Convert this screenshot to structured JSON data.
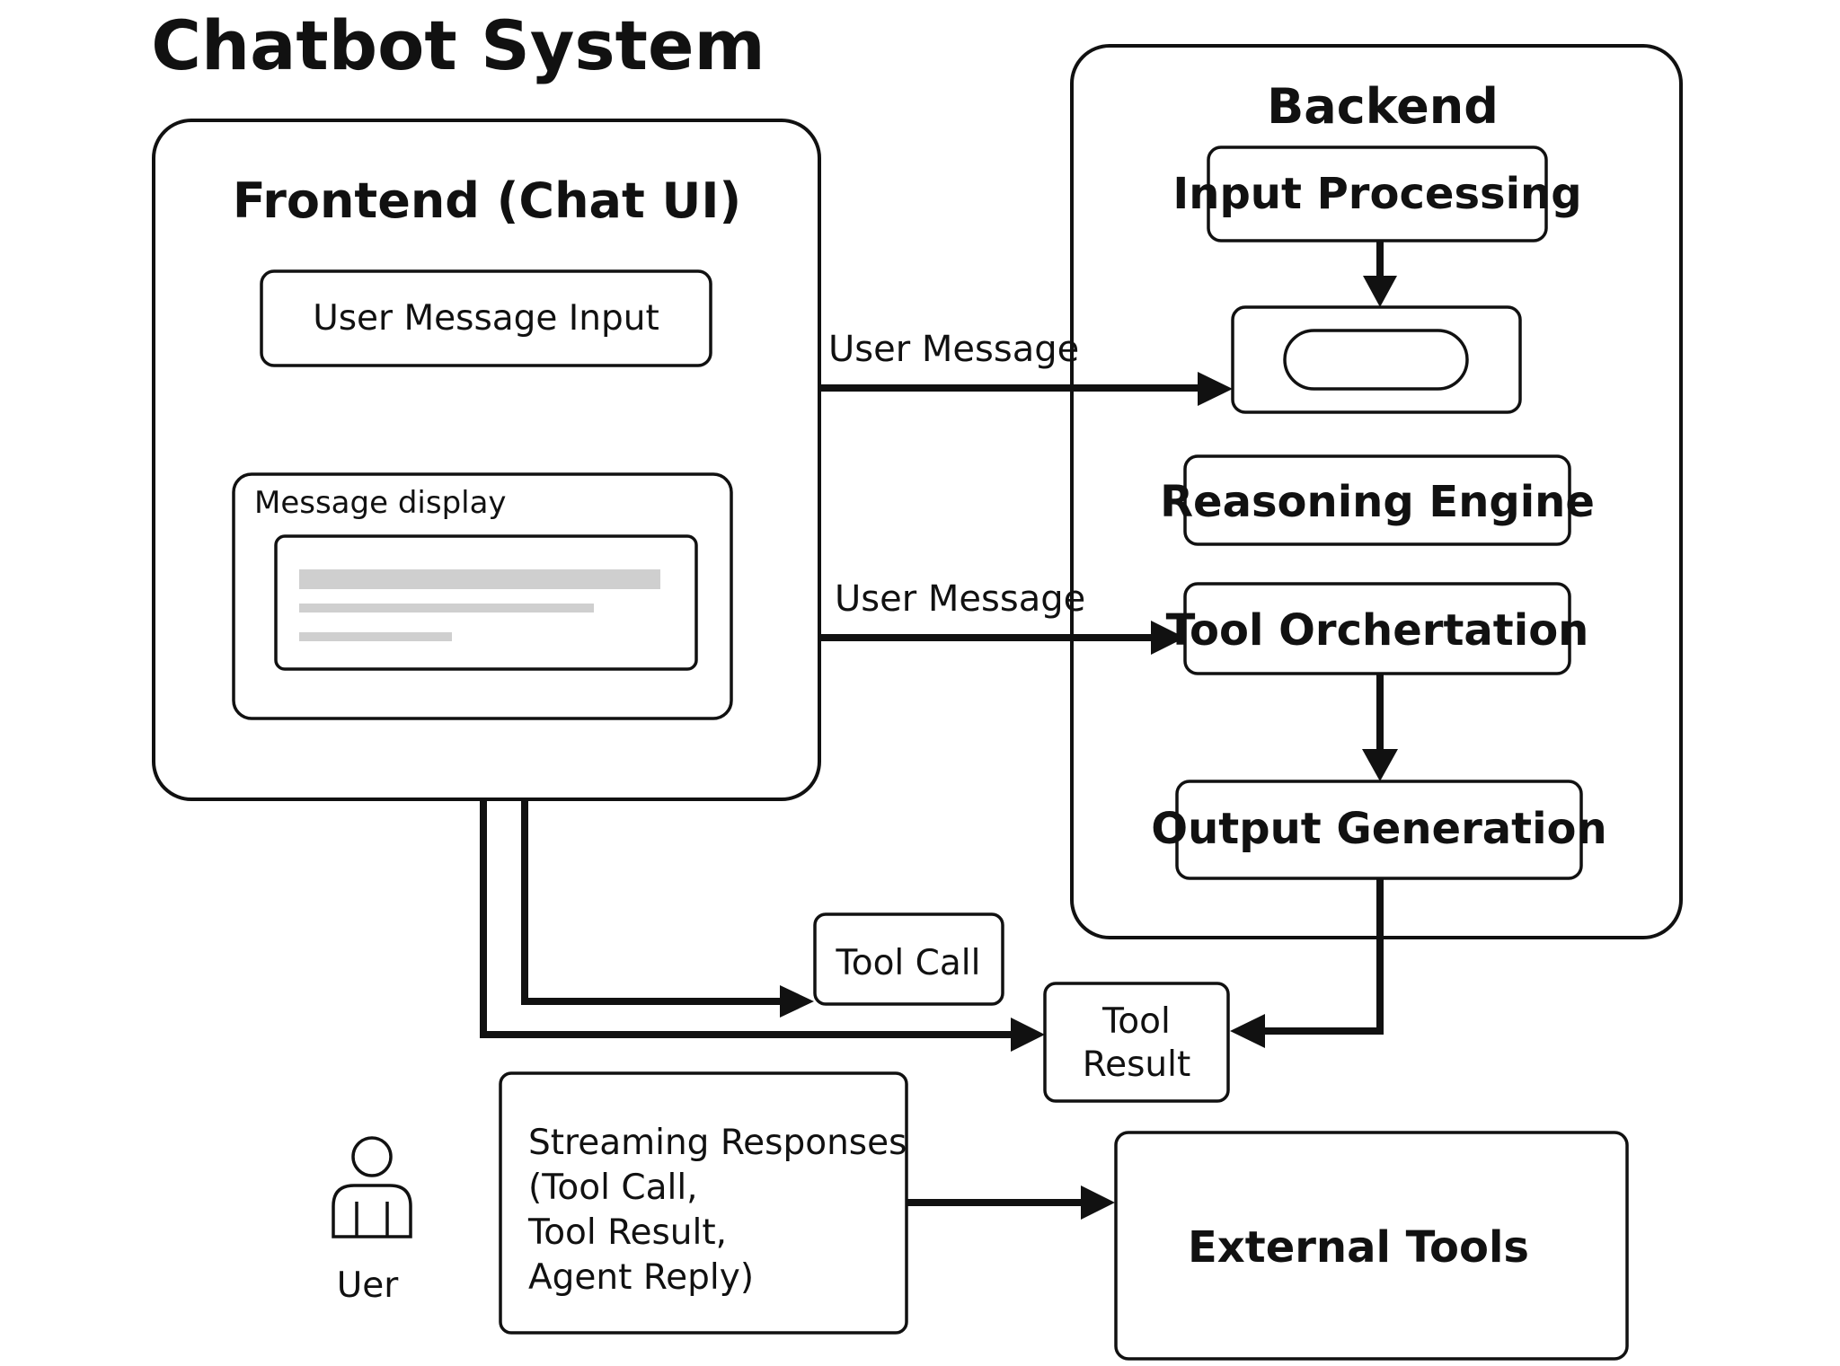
{
  "diagram": {
    "title": "Chatbot System",
    "frontend": {
      "title": "Frontend (Chat UI)",
      "user_message_input": "User Message Input",
      "message_display": "Message display"
    },
    "backend": {
      "title": "Backend",
      "input_processing": "Input Processing",
      "reasoning_engine": "Reasoning Engine",
      "tool_orchestration": "Tool Orchertation",
      "output_generation": "Output Generation"
    },
    "edge_labels": {
      "user_message_top": "User Message",
      "user_message_middle": "User Message"
    },
    "nodes": {
      "tool_call": "Tool Call",
      "tool_result": {
        "line1": "Tool",
        "line2": "Result"
      },
      "streaming_responses": {
        "line1": "Streaming Responses",
        "line2": "(Tool Call,",
        "line3": "Tool Result,",
        "line4": "Agent Reply)"
      },
      "external_tools": "External Tools"
    },
    "user": {
      "label": "Uer",
      "icon": "person-icon"
    }
  }
}
